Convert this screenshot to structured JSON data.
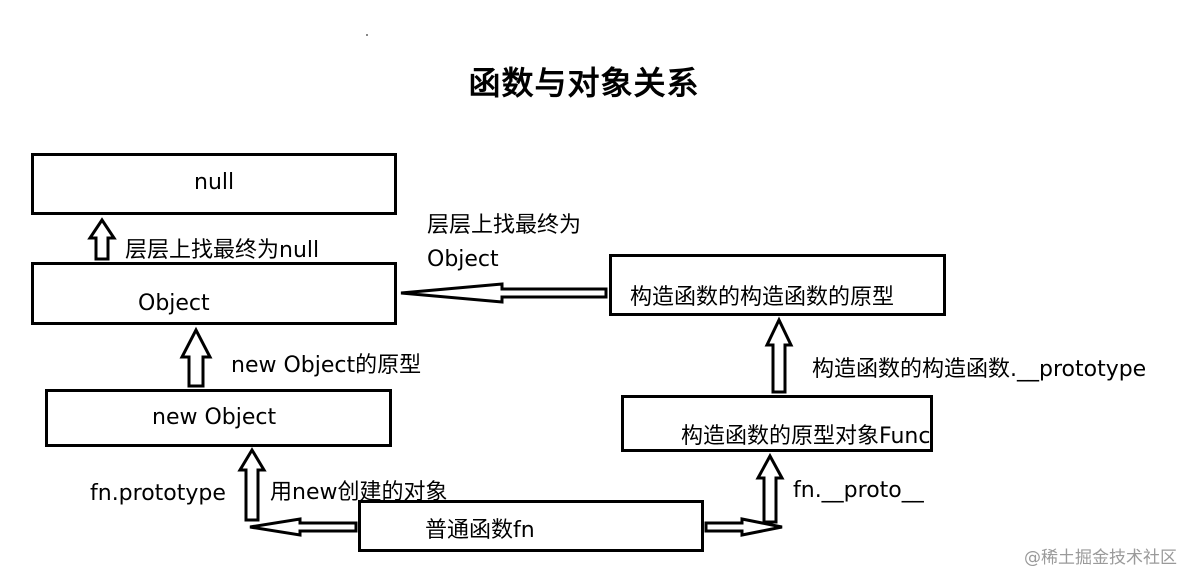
{
  "title": "函数与对象关系",
  "nodes": {
    "null": "null",
    "object": "Object",
    "new_object": "new Object",
    "normal_function": "普通函数fn",
    "function_prototype": "构造函数的原型对象Function.protopyte",
    "constructor_constructor_prototype": "构造函数的构造函数的原型"
  },
  "edge_labels": {
    "object_to_null": "层层上找最终为null",
    "ctor_proto_to_object_line1": "层层上找最终为",
    "ctor_proto_to_object_line2": "Object",
    "new_object_to_object": "new Object的原型",
    "fn_prototype": "fn.prototype",
    "created_by_new": "用new创建的对象",
    "fn_proto": "fn.__proto__",
    "function_proto_to_ctor": "构造函数的构造函数.__prototype"
  },
  "watermark": "@稀土掘金技术社区"
}
